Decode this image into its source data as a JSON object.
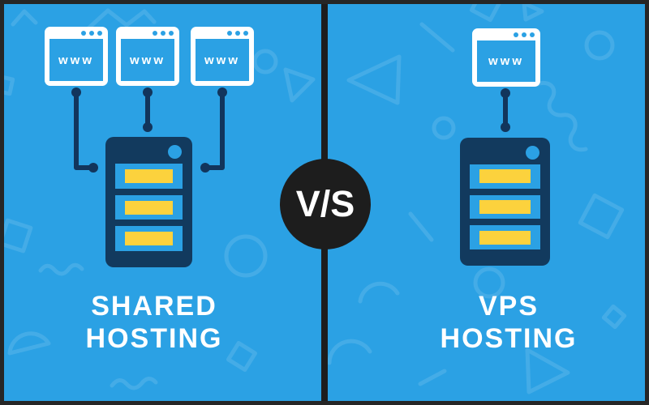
{
  "meta": {
    "title": "Shared Hosting V/S VPS Hosting comparison graphic"
  },
  "vs_badge": {
    "label": "V/S"
  },
  "left_panel": {
    "heading_line1": "SHARED",
    "heading_line2": "HOSTING",
    "browser_windows": [
      {
        "url_label": "www"
      },
      {
        "url_label": "www"
      },
      {
        "url_label": "www"
      }
    ]
  },
  "right_panel": {
    "heading_line1": "VPS",
    "heading_line2": "HOSTING",
    "browser_windows": [
      {
        "url_label": "www"
      }
    ]
  },
  "colors": {
    "bg": "#2BA1E4",
    "navy": "#123A5E",
    "line": "#12355C",
    "yellow": "#FCD23D",
    "black": "#1D1D1D",
    "white": "#FFFFFF"
  }
}
